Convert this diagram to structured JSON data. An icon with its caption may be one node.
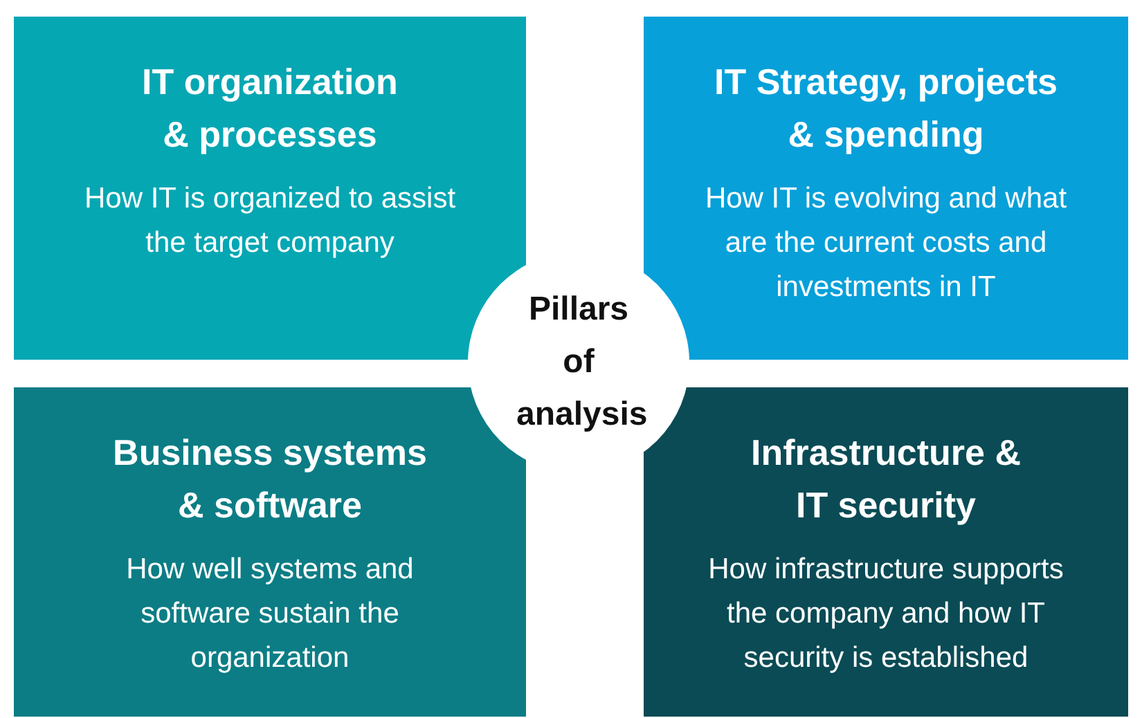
{
  "diagram": {
    "nodes": [
      {
        "text": [
          "IT organization & processes",
          "How IT is organized to assist the target company"
        ]
      },
      {
        "text": [
          "IT Strategy, projects & spending",
          "How IT is evolving and what are the current costs and investments in IT"
        ]
      },
      {
        "text": [
          "Pillars of analysis"
        ]
      },
      {
        "text": [
          "Business systems & software",
          "How well systems and software sustain the organization"
        ]
      },
      {
        "text": [
          "Infrastructure & IT security",
          "How infrastructure supports the company and how IT security is established"
        ]
      }
    ]
  }
}
